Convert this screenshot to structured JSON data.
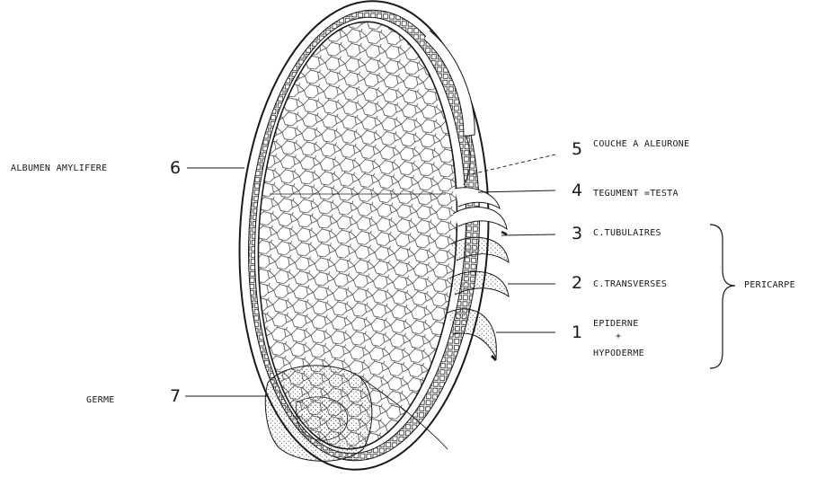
{
  "diagram": {
    "left_labels": {
      "albumen": "ALBUMEN AMYLIFERE",
      "germe": "GERME"
    },
    "callouts": [
      {
        "num": "5",
        "label": "COUCHE A ALEURONE"
      },
      {
        "num": "4",
        "label": "TEGUMENT =TESTA"
      },
      {
        "num": "3",
        "label": "C.TUBULAIRES"
      },
      {
        "num": "2",
        "label": "C.TRANSVERSES"
      },
      {
        "num": "1",
        "label_line1": "EPIDERNE",
        "label_line2": "+",
        "label_line3": "HYPODERME"
      }
    ],
    "left_numbers": {
      "six": "6",
      "seven": "7"
    },
    "group_label": "PERICARPE"
  }
}
